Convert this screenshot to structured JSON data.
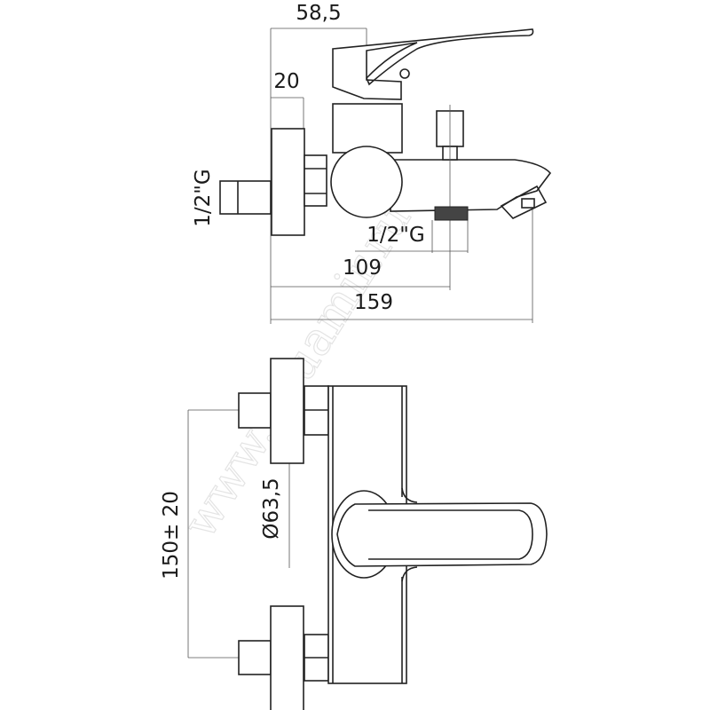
{
  "drawing": {
    "side_view": {
      "dim_lever_offset": "58,5",
      "dim_rosette_depth": "20",
      "dim_inlet_thread": "1/2\"G",
      "dim_outlet_thread": "1/2\"G",
      "dim_outlet_distance": "109",
      "dim_total_depth": "159"
    },
    "front_view": {
      "dim_inlet_spacing": "150± 20",
      "dim_rosette_diameter": "Ø63,5"
    },
    "watermark": "www.aquamir.ru"
  }
}
